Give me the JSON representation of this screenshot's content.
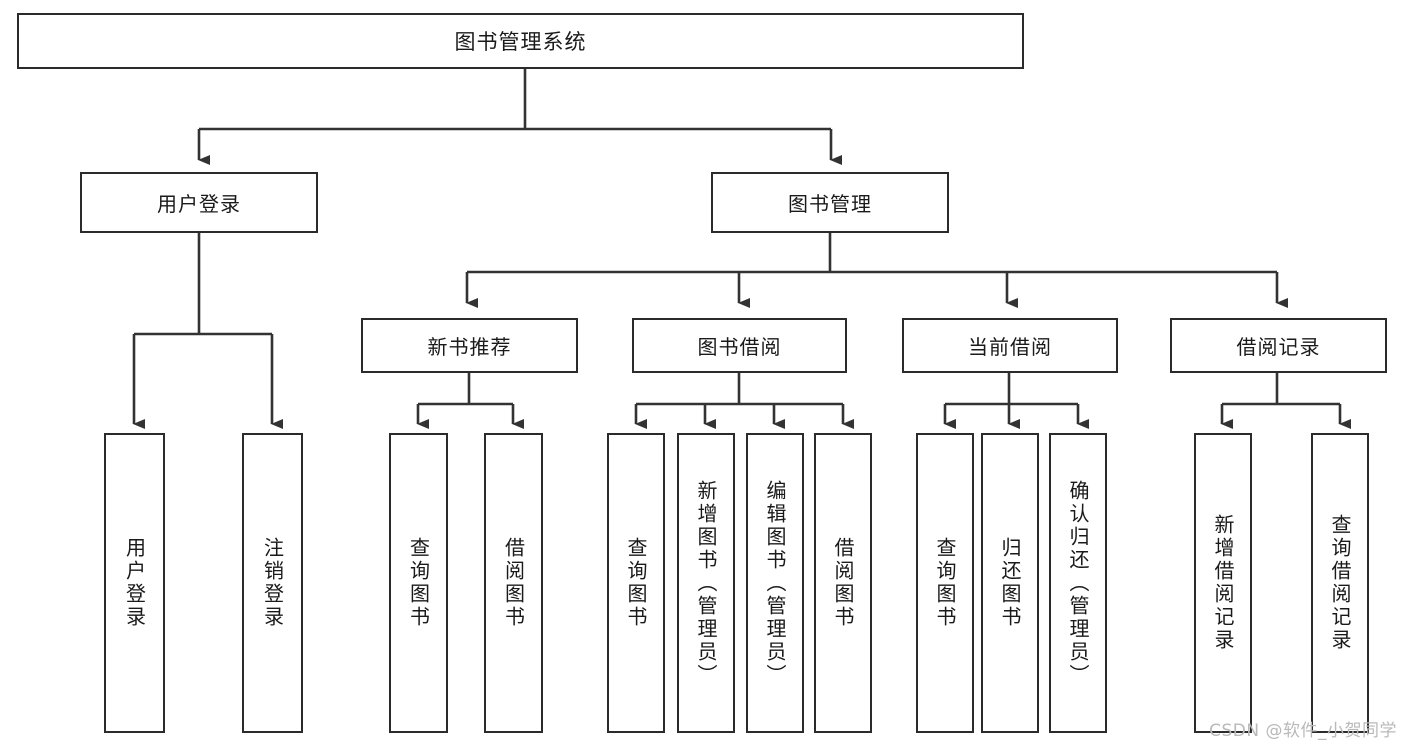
{
  "diagram": {
    "title": "图书管理系统",
    "type": "tree-hierarchy",
    "watermark": "CSDN @软件_小贺同学",
    "colors": {
      "box_border": "#2b2b2b",
      "box_fill": "#ffffff",
      "connector": "#333333",
      "text": "#1a1a1a",
      "watermark": "#b9b9b9",
      "background": "#ffffff"
    },
    "nodes": {
      "root": {
        "label": "图书管理系统"
      },
      "level2": [
        {
          "id": "user-login",
          "label": "用户登录"
        },
        {
          "id": "book-manage",
          "label": "图书管理"
        }
      ],
      "level3": [
        {
          "id": "new-book-rec",
          "label": "新书推荐"
        },
        {
          "id": "book-borrow",
          "label": "图书借阅"
        },
        {
          "id": "current-borrow",
          "label": "当前借阅"
        },
        {
          "id": "borrow-record",
          "label": "借阅记录"
        }
      ],
      "leaves": {
        "user-login": [
          {
            "id": "leaf-user-login",
            "label": "用户登录"
          },
          {
            "id": "leaf-logout",
            "label": "注销登录"
          }
        ],
        "new-book-rec": [
          {
            "id": "leaf-query-book-1",
            "label": "查询图书"
          },
          {
            "id": "leaf-borrow-book-1",
            "label": "借阅图书"
          }
        ],
        "book-borrow": [
          {
            "id": "leaf-query-book-2",
            "label": "查询图书"
          },
          {
            "id": "leaf-add-book",
            "label": "新增图书（管理员）"
          },
          {
            "id": "leaf-edit-book",
            "label": "编辑图书（管理员）"
          },
          {
            "id": "leaf-borrow-book-2",
            "label": "借阅图书"
          }
        ],
        "current-borrow": [
          {
            "id": "leaf-query-book-3",
            "label": "查询图书"
          },
          {
            "id": "leaf-return-book",
            "label": "归还图书"
          },
          {
            "id": "leaf-confirm-return",
            "label": "确认归还（管理员）"
          }
        ],
        "borrow-record": [
          {
            "id": "leaf-add-record",
            "label": "新增借阅记录"
          },
          {
            "id": "leaf-query-record",
            "label": "查询借阅记录"
          }
        ]
      }
    }
  }
}
